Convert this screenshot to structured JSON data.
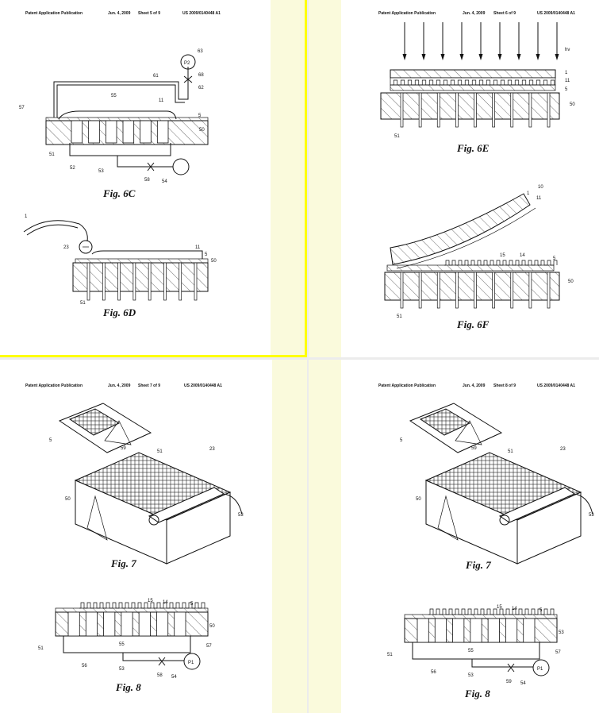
{
  "viewer": {
    "selected_page": 0
  },
  "pages": [
    {
      "header": {
        "left": "Patent Application Publication",
        "date": "Jun. 4, 2009",
        "sheet": "Sheet 5 of 9",
        "number": "US 2009/0140448 A1"
      },
      "figures": [
        {
          "caption": "Fig. 6C",
          "labels": [
            "63",
            "P2",
            "68",
            "62",
            "61",
            "55",
            "11",
            "57",
            "5",
            "50",
            "51",
            "52",
            "53",
            "58",
            "54"
          ]
        },
        {
          "caption": "Fig. 6D",
          "labels": [
            "1",
            "23",
            "11",
            "5",
            "50",
            "51"
          ]
        }
      ]
    },
    {
      "header": {
        "left": "Patent Application Publication",
        "date": "Jun. 4, 2009",
        "sheet": "Sheet 6 of 9",
        "number": "US 2009/0140448 A1"
      },
      "figures": [
        {
          "caption": "Fig. 6E",
          "labels": [
            "hν",
            "1",
            "11",
            "5",
            "50",
            "51"
          ]
        },
        {
          "caption": "Fig. 6F",
          "labels": [
            "10",
            "1",
            "11",
            "15",
            "14",
            "5",
            "50",
            "51"
          ]
        }
      ]
    },
    {
      "header": {
        "left": "Patent Application Publication",
        "date": "Jun. 4, 2009",
        "sheet": "Sheet 7 of 9",
        "number": "US 2009/0140448 A1"
      },
      "figures": [
        {
          "caption": "Fig. 7",
          "labels": [
            "5",
            "59",
            "51",
            "23",
            "50",
            "53"
          ]
        },
        {
          "caption": "Fig. 8",
          "labels": [
            "15",
            "14",
            "5",
            "50",
            "51",
            "55",
            "57",
            "56",
            "53",
            "58",
            "54",
            "P1"
          ]
        }
      ]
    },
    {
      "header": {
        "left": "Patent Application Publication",
        "date": "Jun. 4, 2009",
        "sheet": "Sheet 8 of 9",
        "number": "US 2009/0140448 A1"
      },
      "figures": [
        {
          "caption": "Fig. 7",
          "labels": [
            "5",
            "59",
            "51",
            "23",
            "50",
            "53"
          ]
        },
        {
          "caption": "Fig. 8",
          "labels": [
            "15",
            "14",
            "5",
            "53",
            "51",
            "55",
            "57",
            "56",
            "53",
            "59",
            "54",
            "P1"
          ]
        }
      ]
    }
  ],
  "colors": {
    "selection": "#ffff00",
    "strip": "#fafadc",
    "gutter": "#ececec"
  }
}
